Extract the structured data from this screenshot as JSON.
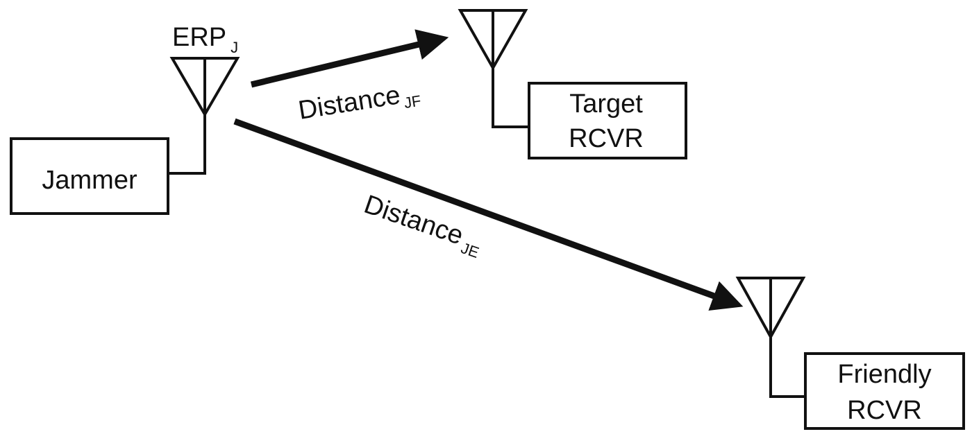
{
  "title_label": {
    "main": "ERP",
    "sub": "J"
  },
  "jammer": {
    "label": "Jammer"
  },
  "target": {
    "line1": "Target",
    "line2": "RCVR"
  },
  "friendly": {
    "line1": "Friendly",
    "line2": "RCVR"
  },
  "distance_jf": {
    "main": "Distance",
    "sub": "JF"
  },
  "distance_je": {
    "main": "Distance",
    "sub": "JE"
  },
  "colors": {
    "stroke": "#111111",
    "background": "#ffffff"
  }
}
